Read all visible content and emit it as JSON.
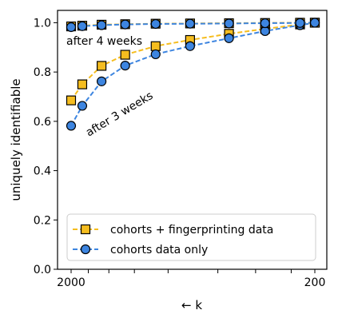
{
  "chart_data": {
    "type": "line",
    "xlabel": "← k",
    "ylabel": "uniquely identifiable",
    "x_axis": {
      "scale": "log",
      "reversed": true,
      "lim": [
        2000,
        200
      ],
      "labeled_ticks": [
        {
          "value": 2000,
          "label": "2000"
        },
        {
          "value": 200,
          "label": "200"
        }
      ],
      "unlabeled_ticks": [
        1700,
        1400,
        1100,
        800,
        500,
        350,
        250
      ]
    },
    "y_axis": {
      "lim": [
        0,
        1.05
      ],
      "ticks": [
        {
          "value": 0.0,
          "label": "0.0"
        },
        {
          "value": 0.2,
          "label": "0.2"
        },
        {
          "value": 0.4,
          "label": "0.4"
        },
        {
          "value": 0.6,
          "label": "0.6"
        },
        {
          "value": 0.8,
          "label": "0.8"
        },
        {
          "value": 1.0,
          "label": "1.0"
        }
      ]
    },
    "x": [
      2000,
      1800,
      1500,
      1200,
      900,
      650,
      450,
      320,
      230,
      200
    ],
    "series": [
      {
        "name": "cohorts + fingerprinting data",
        "group": "after 3 weeks",
        "color": "#f5bd1f",
        "marker": "square",
        "values": [
          0.685,
          0.75,
          0.825,
          0.87,
          0.905,
          0.93,
          0.955,
          0.975,
          0.993,
          1.0
        ]
      },
      {
        "name": "cohorts data only",
        "group": "after 3 weeks",
        "color": "#3d85e0",
        "marker": "circle",
        "values": [
          0.582,
          0.663,
          0.762,
          0.826,
          0.872,
          0.905,
          0.937,
          0.966,
          0.99,
          1.0
        ]
      },
      {
        "name": "cohorts + fingerprinting data",
        "group": "after 4 weeks",
        "color": "#f5bd1f",
        "marker": "square",
        "values": [
          0.985,
          0.988,
          0.992,
          0.994,
          0.996,
          0.997,
          0.998,
          0.999,
          1.0,
          1.0
        ]
      },
      {
        "name": "cohorts data only",
        "group": "after 4 weeks",
        "color": "#3d85e0",
        "marker": "circle",
        "values": [
          0.982,
          0.986,
          0.99,
          0.993,
          0.995,
          0.996,
          0.997,
          0.998,
          0.999,
          1.0
        ]
      }
    ],
    "annotations": [
      {
        "text": "after 4 weeks"
      },
      {
        "text": "after 3 weeks"
      }
    ],
    "legend": {
      "placement": "lower-right",
      "entries": [
        {
          "label": "cohorts + fingerprinting data",
          "color": "#f5bd1f",
          "marker": "square"
        },
        {
          "label": "cohorts data only",
          "color": "#3d85e0",
          "marker": "circle"
        }
      ]
    },
    "grid": false
  }
}
